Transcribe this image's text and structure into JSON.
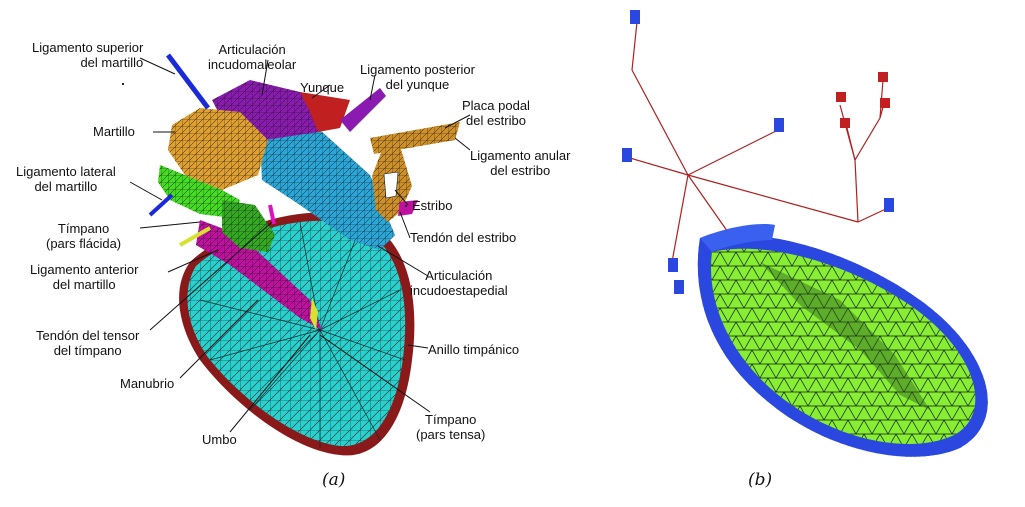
{
  "panel_a": {
    "caption": "(a)",
    "labels": {
      "lig_sup_1": "Ligamento superior",
      "lig_sup_2": "del martillo",
      "art_incudo_1": "Articulación",
      "art_incudo_2": "incudomaleolar",
      "yunque": "Yunque",
      "lig_post_1": "Ligamento posterior",
      "lig_post_2": "del yunque",
      "placa_1": "Placa podal",
      "placa_2": "del estribo",
      "martillo": "Martillo",
      "lig_anular_1": "Ligamento anular",
      "lig_anular_2": "del estribo",
      "lig_lat_1": "Ligamento lateral",
      "lig_lat_2": "del martillo",
      "estribo": "Estribo",
      "timp_flac_1": "Tímpano",
      "timp_flac_2": "(pars flácida)",
      "tendon_estribo": "Tendón del estribo",
      "lig_ant_1": "Ligamento anterior",
      "lig_ant_2": "del martillo",
      "art_est_1": "Articulación",
      "art_est_2": "incudoestapedial",
      "tendon_tensor_1": "Tendón del tensor",
      "tendon_tensor_2": "del tímpano",
      "anillo": "Anillo timpánico",
      "manubrio": "Manubrio",
      "timp_tensa_1": "Tímpano",
      "timp_tensa_2": "(pars tensa)",
      "umbo": "Umbo"
    }
  },
  "panel_b": {
    "caption": "(b)"
  },
  "colors": {
    "tympanum_tensa": "#2ad0cc",
    "tympanic_ring": "#8a1a1a",
    "malleus": "#e0a030",
    "incus_purple": "#8a1ab0",
    "incus_red": "#c02020",
    "lateral_ligament_green": "#44dd22",
    "anterior_green": "#33aa22",
    "stapes": "#d09028",
    "long_process_blue": "#2aa6d8",
    "ligament_blue": "#1a2ad8",
    "magenta": "#c010a0",
    "membrane_green": "#88ee33",
    "border_blue": "#2a48e0",
    "ligament_tree_red": "#b02020"
  }
}
